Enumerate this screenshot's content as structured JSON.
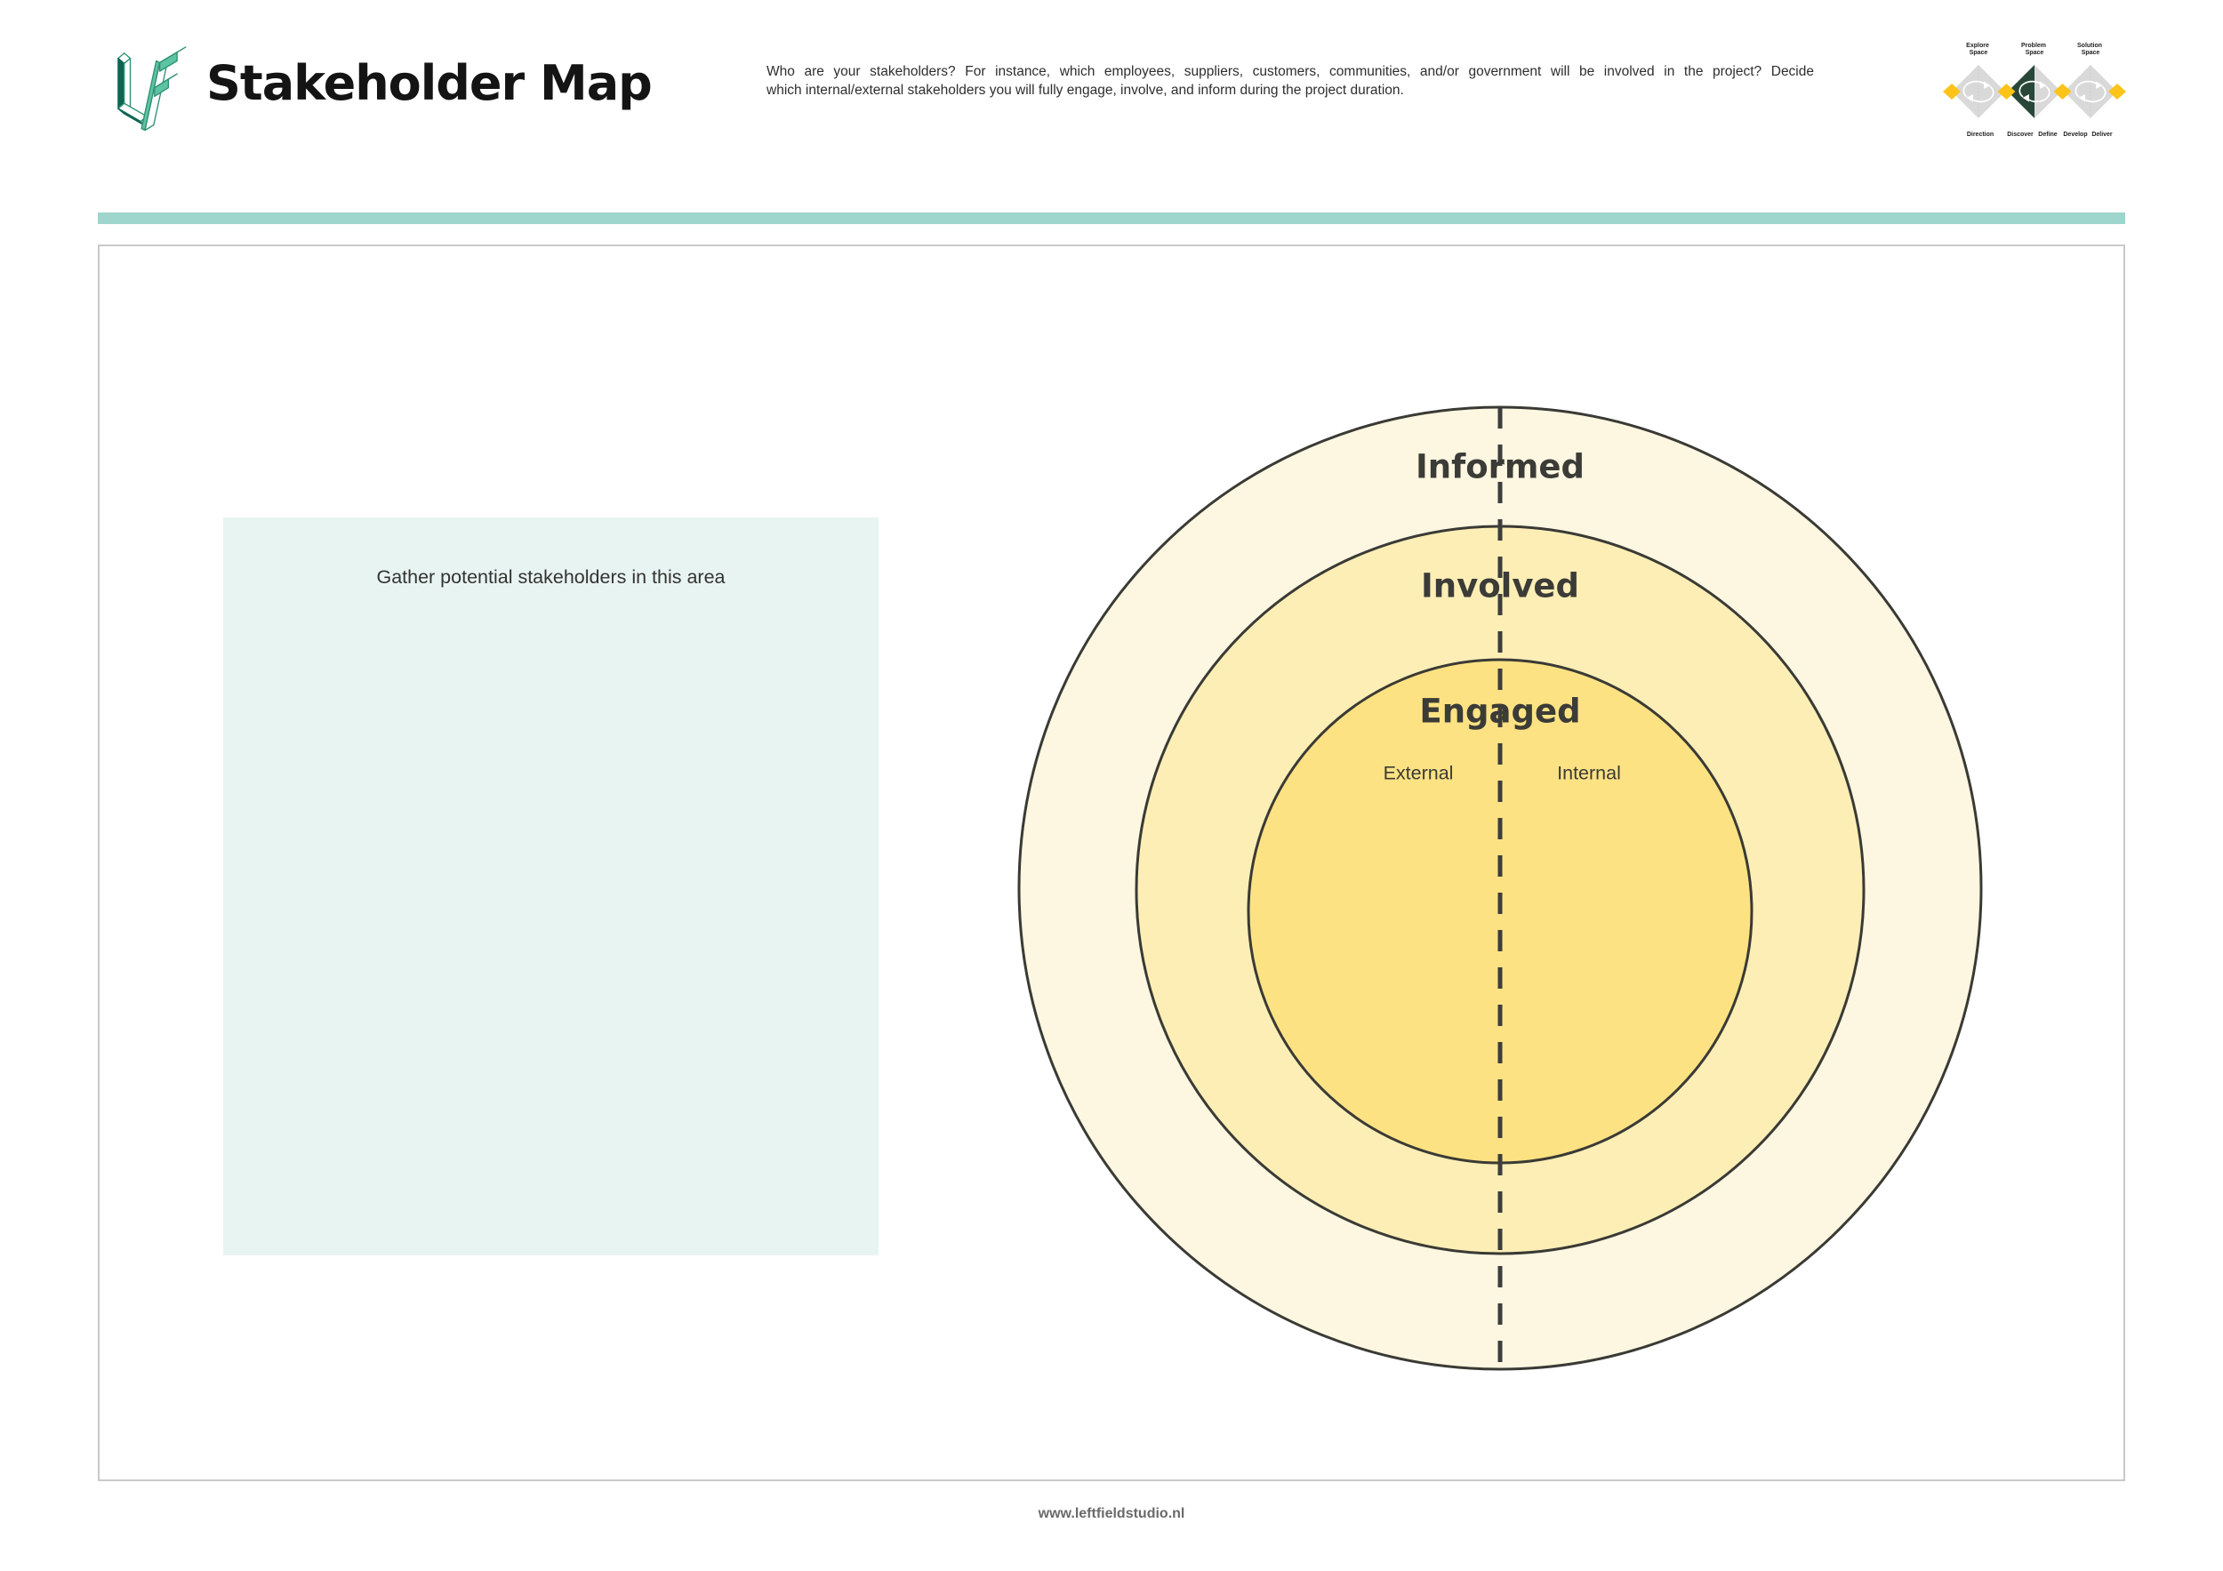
{
  "header": {
    "title": "Stakeholder Map",
    "description_line1": "Who are your stakeholders? For instance, which employees, suppliers, customers, communities, and/or government will be involved in the project? Decide",
    "description_line2": "which internal/external stakeholders you will fully engage, involve, and inform during the project duration."
  },
  "process_diagram": {
    "spaces": [
      [
        "Explore",
        "Space"
      ],
      [
        "Problem",
        "Space"
      ],
      [
        "Solution",
        "Space"
      ]
    ],
    "phases": [
      "Direction",
      "Discover",
      "Define",
      "Develop",
      "Deliver"
    ],
    "highlighted_phase": "Discover"
  },
  "canvas": {
    "gather_label": "Gather potential stakeholders in this area",
    "rings": [
      {
        "label": "Informed",
        "color": "#fdf6e0"
      },
      {
        "label": "Involved",
        "color": "#fceeb5"
      },
      {
        "label": "Engaged",
        "color": "#fde283"
      }
    ],
    "split": {
      "left": "External",
      "right": "Internal"
    }
  },
  "footer": {
    "website": "www.leftfieldstudio.nl"
  },
  "colors": {
    "accent_teal": "#9ed5cc",
    "mint_panel": "#e8f4f2",
    "ring_stroke": "#3a3a35",
    "dashed_line": "#3d3d3d",
    "diamond_gray": "#d9d9d9",
    "highlight_green": "#284739",
    "connector_yellow": "#fcc419",
    "logo_dark": "#0e6551",
    "logo_mint": "#5ec3a3"
  }
}
